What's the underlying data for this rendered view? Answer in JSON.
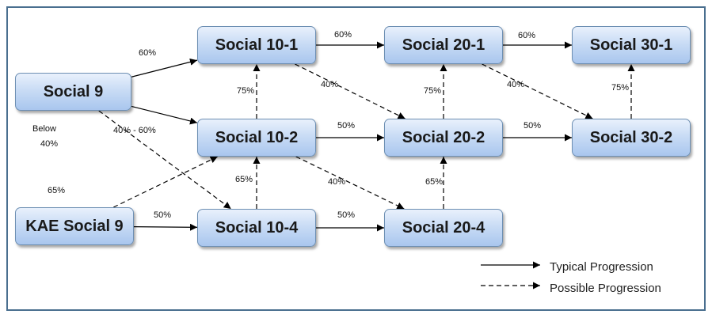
{
  "nodes": {
    "social_9": "Social 9",
    "kae_social_9": "KAE Social 9",
    "social_10_1": "Social 10-1",
    "social_10_2": "Social 10-2",
    "social_10_4": "Social 10-4",
    "social_20_1": "Social 20-1",
    "social_20_2": "Social 20-2",
    "social_20_4": "Social 20-4",
    "social_30_1": "Social 30-1",
    "social_30_2": "Social 30-2"
  },
  "edges": [
    {
      "from": "social_9",
      "to": "social_10_1",
      "label": "60%",
      "style": "typical"
    },
    {
      "from": "social_9",
      "to": "social_10_2",
      "label": "40% - 60%",
      "style": "typical"
    },
    {
      "from": "social_9",
      "to": "social_10_4",
      "label_lines": [
        "Below",
        "40%"
      ],
      "style": "possible"
    },
    {
      "from": "kae_social_9",
      "to": "social_10_2",
      "label": "65%",
      "style": "possible"
    },
    {
      "from": "kae_social_9",
      "to": "social_10_4",
      "label": "50%",
      "style": "typical"
    },
    {
      "from": "social_10_1",
      "to": "social_20_1",
      "label": "60%",
      "style": "typical"
    },
    {
      "from": "social_10_1",
      "to": "social_20_2",
      "label": "40%",
      "style": "possible"
    },
    {
      "from": "social_10_2",
      "to": "social_10_1",
      "label": "75%",
      "style": "possible"
    },
    {
      "from": "social_10_2",
      "to": "social_20_2",
      "label": "50%",
      "style": "typical"
    },
    {
      "from": "social_10_2",
      "to": "social_20_4",
      "label": "40%",
      "style": "possible"
    },
    {
      "from": "social_10_4",
      "to": "social_10_2",
      "label": "65%",
      "style": "possible"
    },
    {
      "from": "social_10_4",
      "to": "social_20_4",
      "label": "50%",
      "style": "typical"
    },
    {
      "from": "social_20_1",
      "to": "social_30_1",
      "label": "60%",
      "style": "typical"
    },
    {
      "from": "social_20_1",
      "to": "social_30_2",
      "label": "40%",
      "style": "possible"
    },
    {
      "from": "social_20_2",
      "to": "social_20_1",
      "label": "75%",
      "style": "possible"
    },
    {
      "from": "social_20_2",
      "to": "social_30_2",
      "label": "50%",
      "style": "typical"
    },
    {
      "from": "social_20_4",
      "to": "social_20_2",
      "label": "65%",
      "style": "possible"
    },
    {
      "from": "social_30_2",
      "to": "social_30_1",
      "label": "75%",
      "style": "possible"
    }
  ],
  "legend": {
    "typical": "Typical Progression",
    "possible": "Possible Progression"
  },
  "colors": {
    "frame": "#4a6f8f",
    "node_border": "#6d8fb3",
    "node_fill_top": "#e9f1fc",
    "node_fill_bottom": "#a9c6ee",
    "arrow": "#000000"
  }
}
